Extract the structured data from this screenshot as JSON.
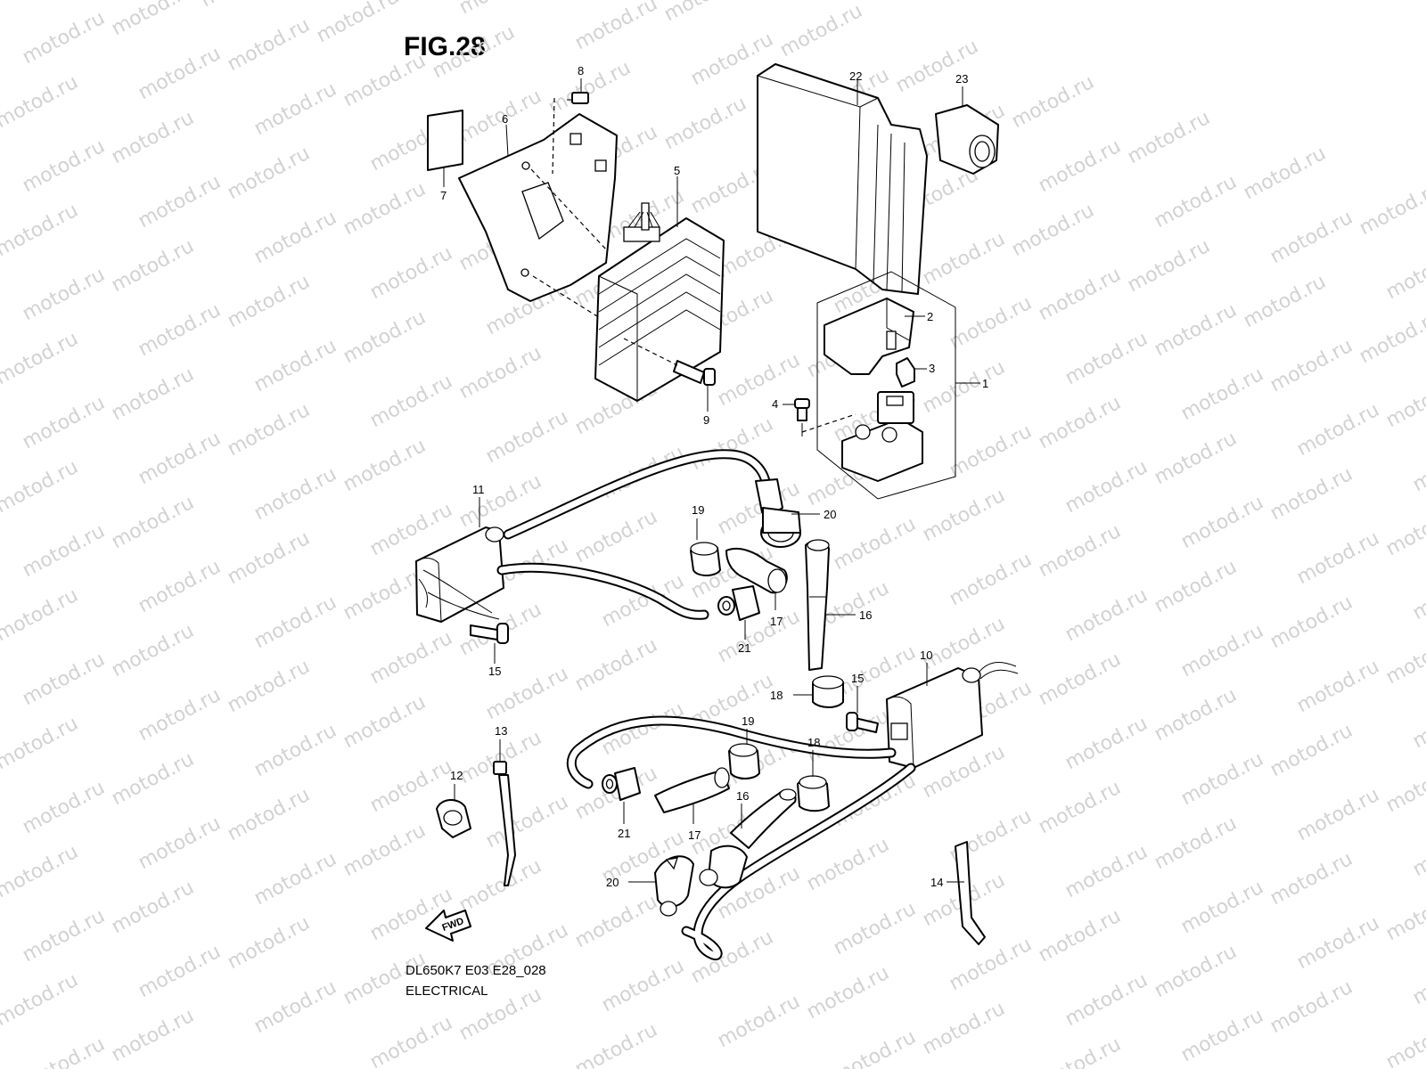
{
  "title": "FIG.28",
  "footer": {
    "code": "DL650K7 E03 E28_028",
    "section": "ELECTRICAL"
  },
  "watermark": "motod.ru",
  "fwd_label": "FWD",
  "callouts": {
    "c1": "1",
    "c2": "2",
    "c3": "3",
    "c4": "4",
    "c5": "5",
    "c6": "6",
    "c7": "7",
    "c8": "8",
    "c9": "9",
    "c10": "10",
    "c11": "11",
    "c12": "12",
    "c13": "13",
    "c14": "14",
    "c15a": "15",
    "c15b": "15",
    "c16a": "16",
    "c16b": "16",
    "c17a": "17",
    "c17b": "17",
    "c18a": "18",
    "c18b": "18",
    "c19a": "19",
    "c19b": "19",
    "c20a": "20",
    "c20b": "20",
    "c21a": "21",
    "c21b": "21",
    "c22": "22",
    "c23": "23"
  }
}
